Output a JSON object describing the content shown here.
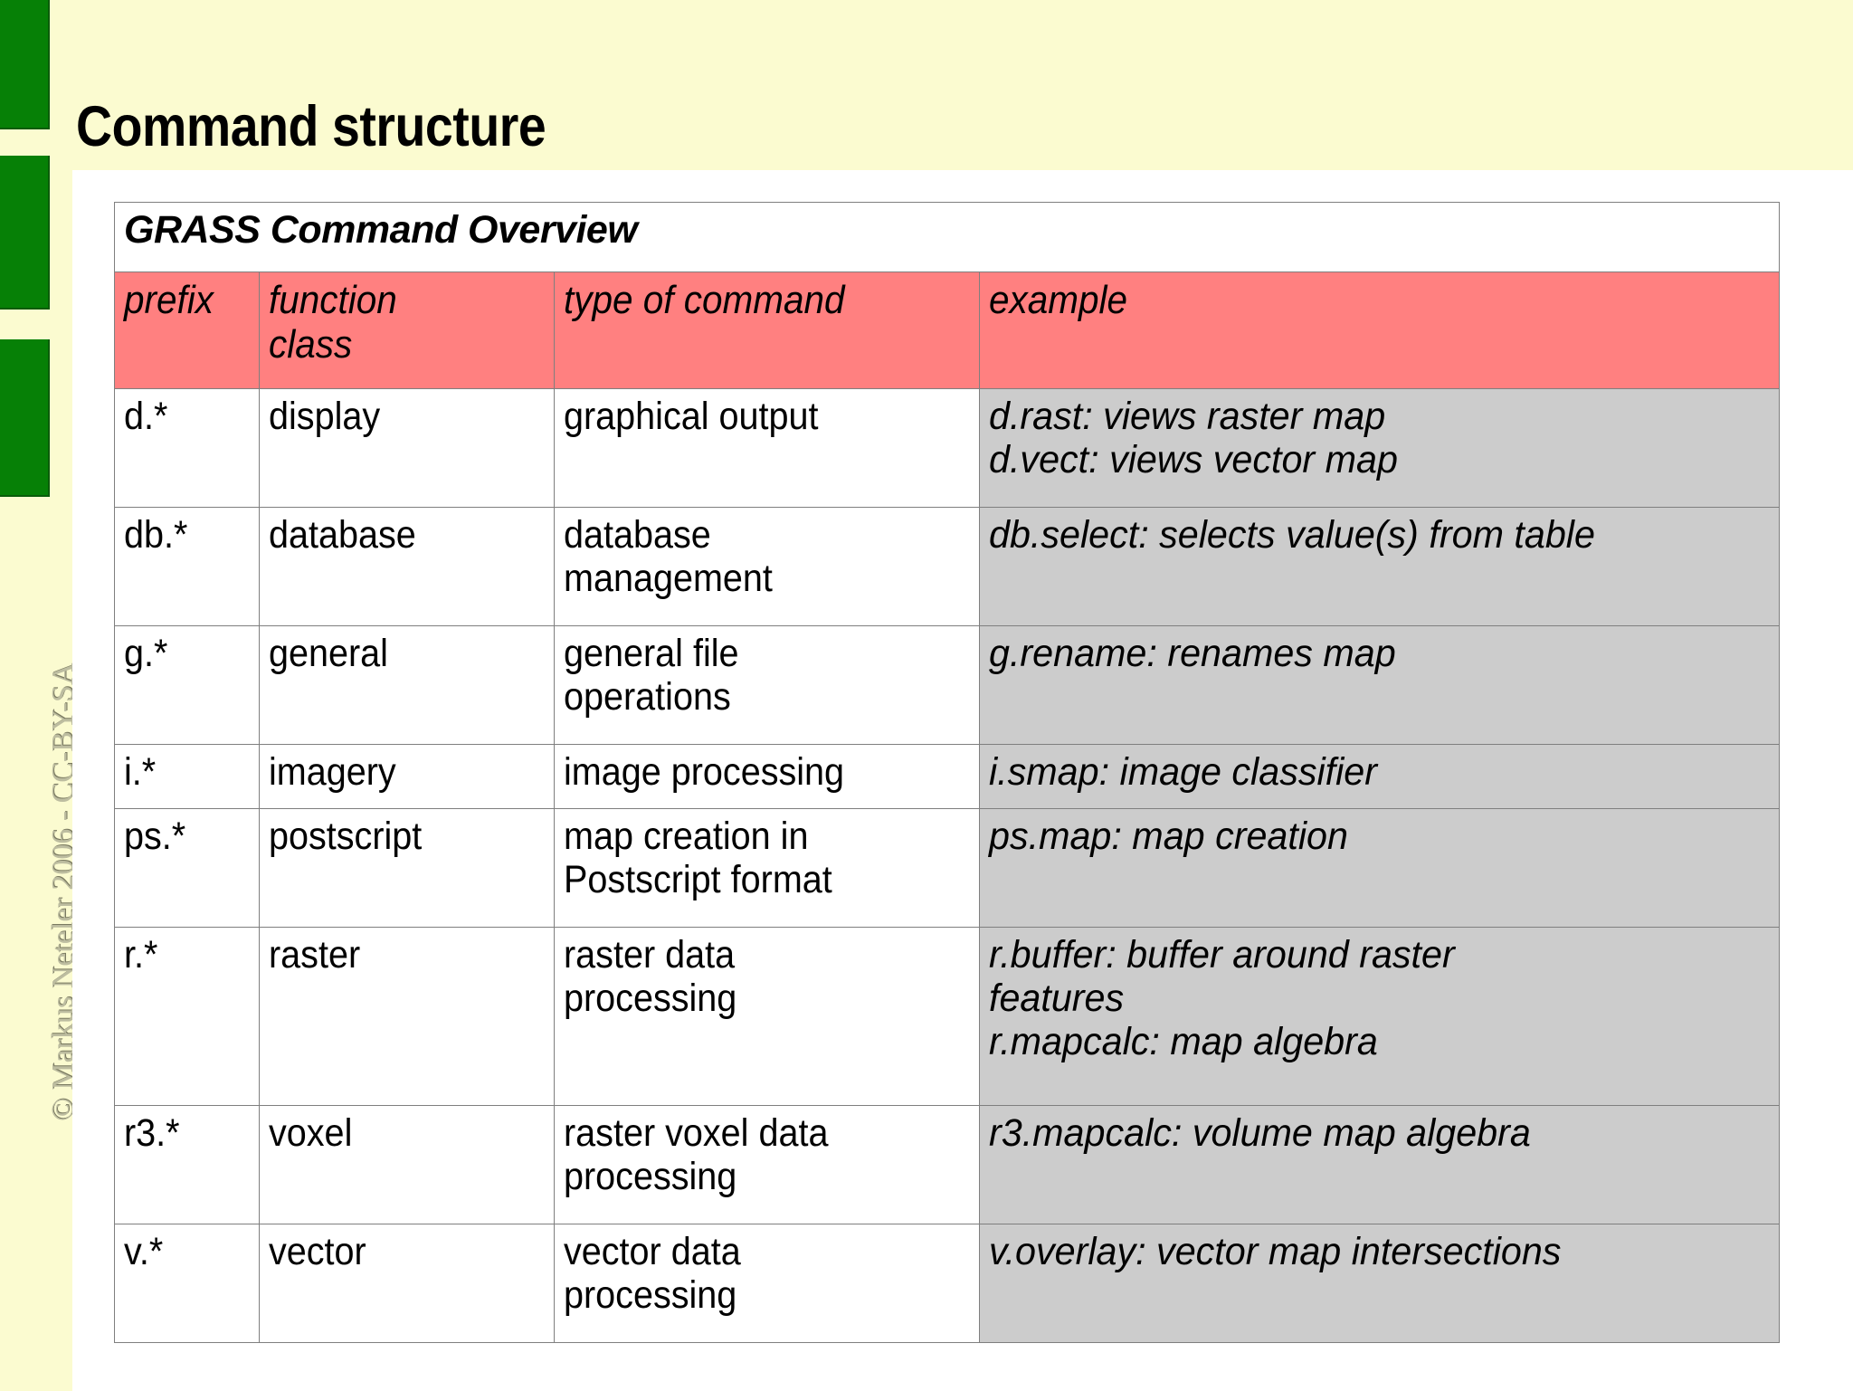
{
  "slide": {
    "title": "Command structure",
    "copyright": "© Markus Neteler 2006 - CC-BY-SA",
    "colors": {
      "background_cream": "#FBFBD0",
      "sidebar_green": "#068006",
      "header_row_salmon": "#FF8080",
      "example_column_gray": "#CCCCCC",
      "content_white": "#FFFFFF",
      "border_gray": "#7F7F7F"
    }
  },
  "table": {
    "caption": "GRASS Command Overview",
    "columns": [
      {
        "key": "prefix",
        "label": "prefix"
      },
      {
        "key": "class",
        "label": "function\nclass"
      },
      {
        "key": "type",
        "label": "type of command"
      },
      {
        "key": "example",
        "label": "example"
      }
    ],
    "rows": [
      {
        "prefix": "d.*",
        "class": "display",
        "type": "graphical output",
        "example": "d.rast: views raster map\nd.vect: views vector map"
      },
      {
        "prefix": "db.*",
        "class": "database",
        "type": "database\nmanagement",
        "example": "db.select: selects value(s) from table"
      },
      {
        "prefix": "g.*",
        "class": "general",
        "type": "general file\noperations",
        "example": "g.rename: renames map"
      },
      {
        "prefix": "i.*",
        "class": "imagery",
        "type": "image processing",
        "example": "i.smap: image classifier"
      },
      {
        "prefix": "ps.*",
        "class": "postscript",
        "type": "map creation in\nPostscript format",
        "example": "ps.map: map creation"
      },
      {
        "prefix": "r.*",
        "class": "raster",
        "type": "raster data\nprocessing",
        "example": "r.buffer: buffer around raster\nfeatures\nr.mapcalc: map algebra"
      },
      {
        "prefix": "r3.*",
        "class": "voxel",
        "type": "raster voxel data\nprocessing",
        "example": "r3.mapcalc: volume map algebra"
      },
      {
        "prefix": "v.*",
        "class": "vector",
        "type": "vector data\nprocessing",
        "example": "v.overlay: vector map intersections"
      }
    ]
  }
}
